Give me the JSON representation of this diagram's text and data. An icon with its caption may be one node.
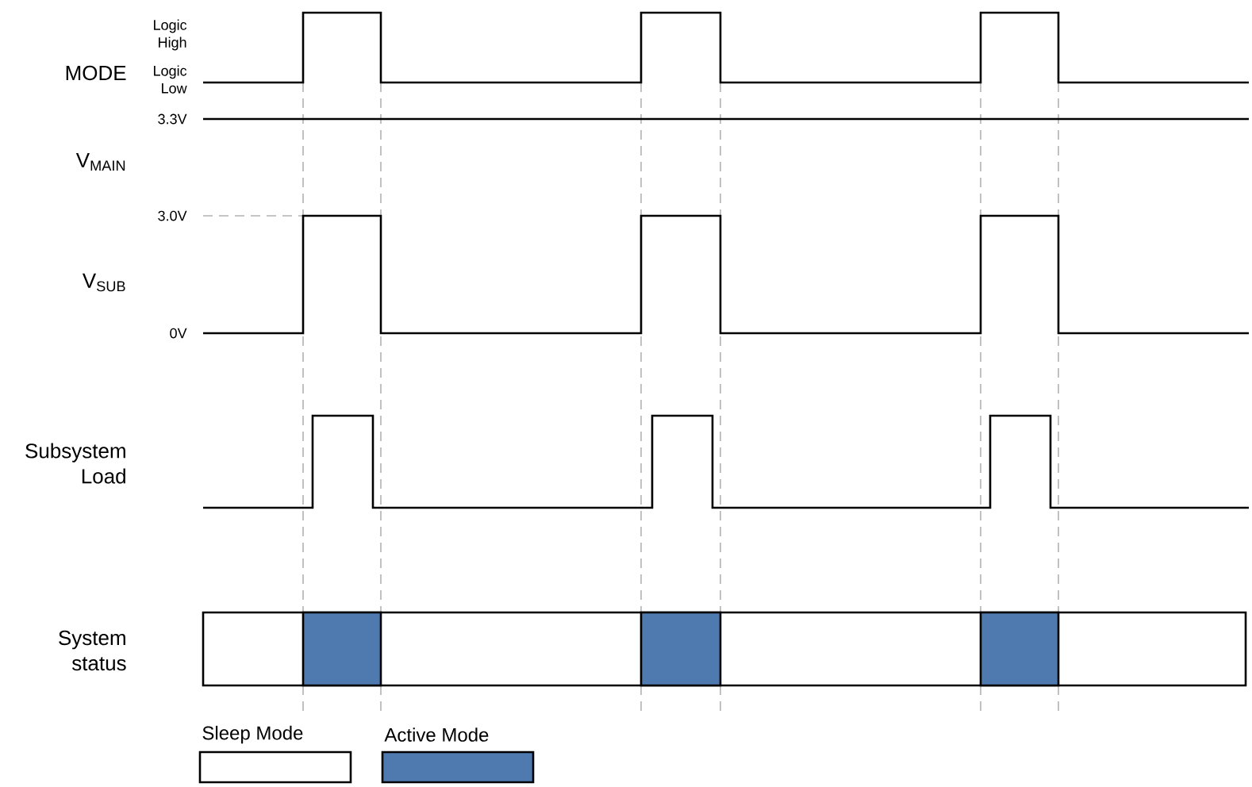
{
  "diagram": {
    "labels": [
      "MODE",
      "Logic High",
      "Logic Low",
      "3.3V",
      "V$_{MAIN}$",
      "3.0V",
      "V$_{SUB}$",
      "0V",
      "Subsystem Load",
      "System status"
    ],
    "legend": [
      {
        "text": "Sleep Mode"
      },
      {
        "text": "Active Mode",
        "color": "#4f7aaf"
      }
    ]
  }
}
